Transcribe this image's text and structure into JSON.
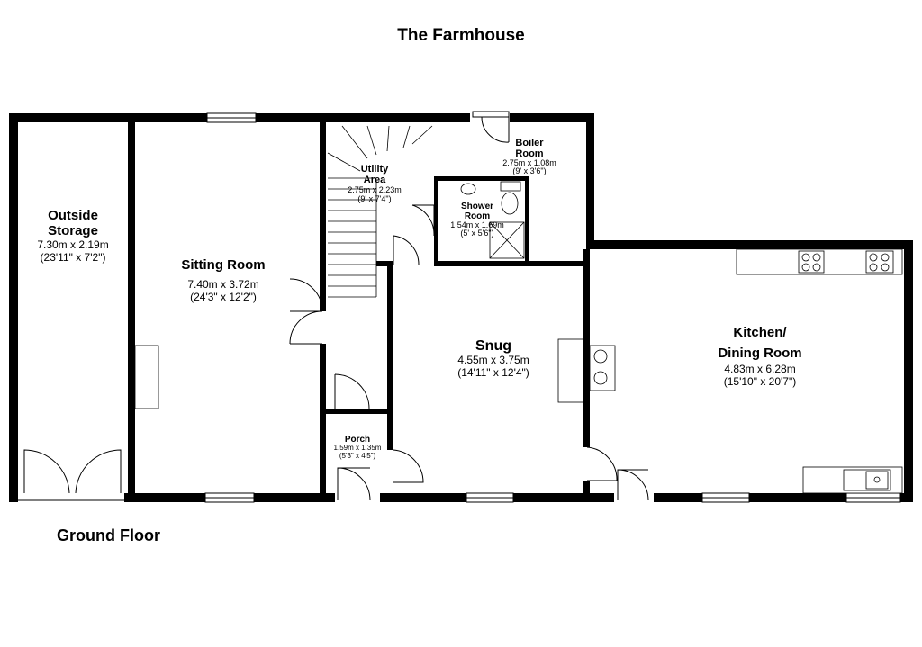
{
  "title": "The Farmhouse",
  "floor_label": "Ground Floor",
  "rooms": {
    "outside_storage": {
      "name_line1": "Outside",
      "name_line2": "Storage",
      "dim_metric": "7.30m x 2.19m",
      "dim_imperial": "(23'11\" x 7'2\")"
    },
    "sitting_room": {
      "name": "Sitting Room",
      "dim_metric": "7.40m x 3.72m",
      "dim_imperial": "(24'3\" x 12'2\")"
    },
    "utility_area": {
      "name_line1": "Utility",
      "name_line2": "Area",
      "dim_metric": "2.75m x 2.23m",
      "dim_imperial": "(9' x 7'4\")"
    },
    "boiler_room": {
      "name_line1": "Boiler",
      "name_line2": "Room",
      "dim_metric": "2.75m x 1.08m",
      "dim_imperial": "(9' x 3'6\")"
    },
    "shower_room": {
      "name_line1": "Shower",
      "name_line2": "Room",
      "dim_metric": "1.54m x 1.69m",
      "dim_imperial": "(5' x 5'6\")"
    },
    "snug": {
      "name": "Snug",
      "dim_metric": "4.55m x 3.75m",
      "dim_imperial": "(14'11\" x 12'4\")"
    },
    "kitchen": {
      "name_line1": "Kitchen/",
      "name_line2": "Dining Room",
      "dim_metric": "4.83m x 6.28m",
      "dim_imperial": "(15'10\" x 20'7\")"
    },
    "porch": {
      "name": "Porch",
      "dim_metric": "1.59m x 1.35m",
      "dim_imperial": "(5'3\" x 4'5\")"
    }
  }
}
